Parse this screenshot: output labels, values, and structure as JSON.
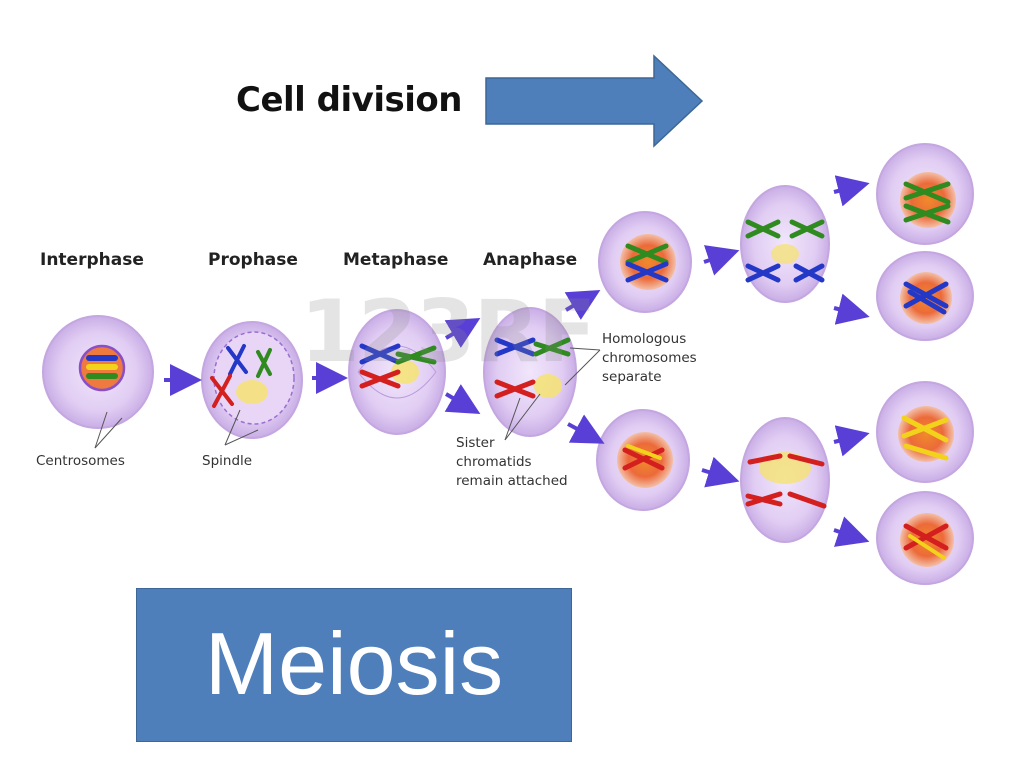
{
  "title": "Cell division",
  "stages": {
    "interphase": "Interphase",
    "prophase": "Prophase",
    "metaphase": "Metaphase",
    "anaphase": "Anaphase"
  },
  "labels": {
    "centrosomes": "Centrosomes",
    "spindle": "Spindle",
    "sister_line1": "Sister",
    "sister_line2": "chromatids",
    "sister_line3": "remain attached",
    "homologous_line1": "Homologous",
    "homologous_line2": "chromosomes",
    "homologous_line3": "separate"
  },
  "watermark": "123RF",
  "banner": "Meiosis",
  "colors": {
    "banner_blue": "#4f7fba",
    "arrow_blue": "#4f7fba",
    "cell_purple": "#dcc6f0",
    "flow_arrow": "#5a3fd6",
    "chromosome_blue": "#2438c8",
    "chromosome_green": "#2f8a1f",
    "chromosome_red": "#d41f1f",
    "chromosome_yellow": "#f2d21a"
  }
}
